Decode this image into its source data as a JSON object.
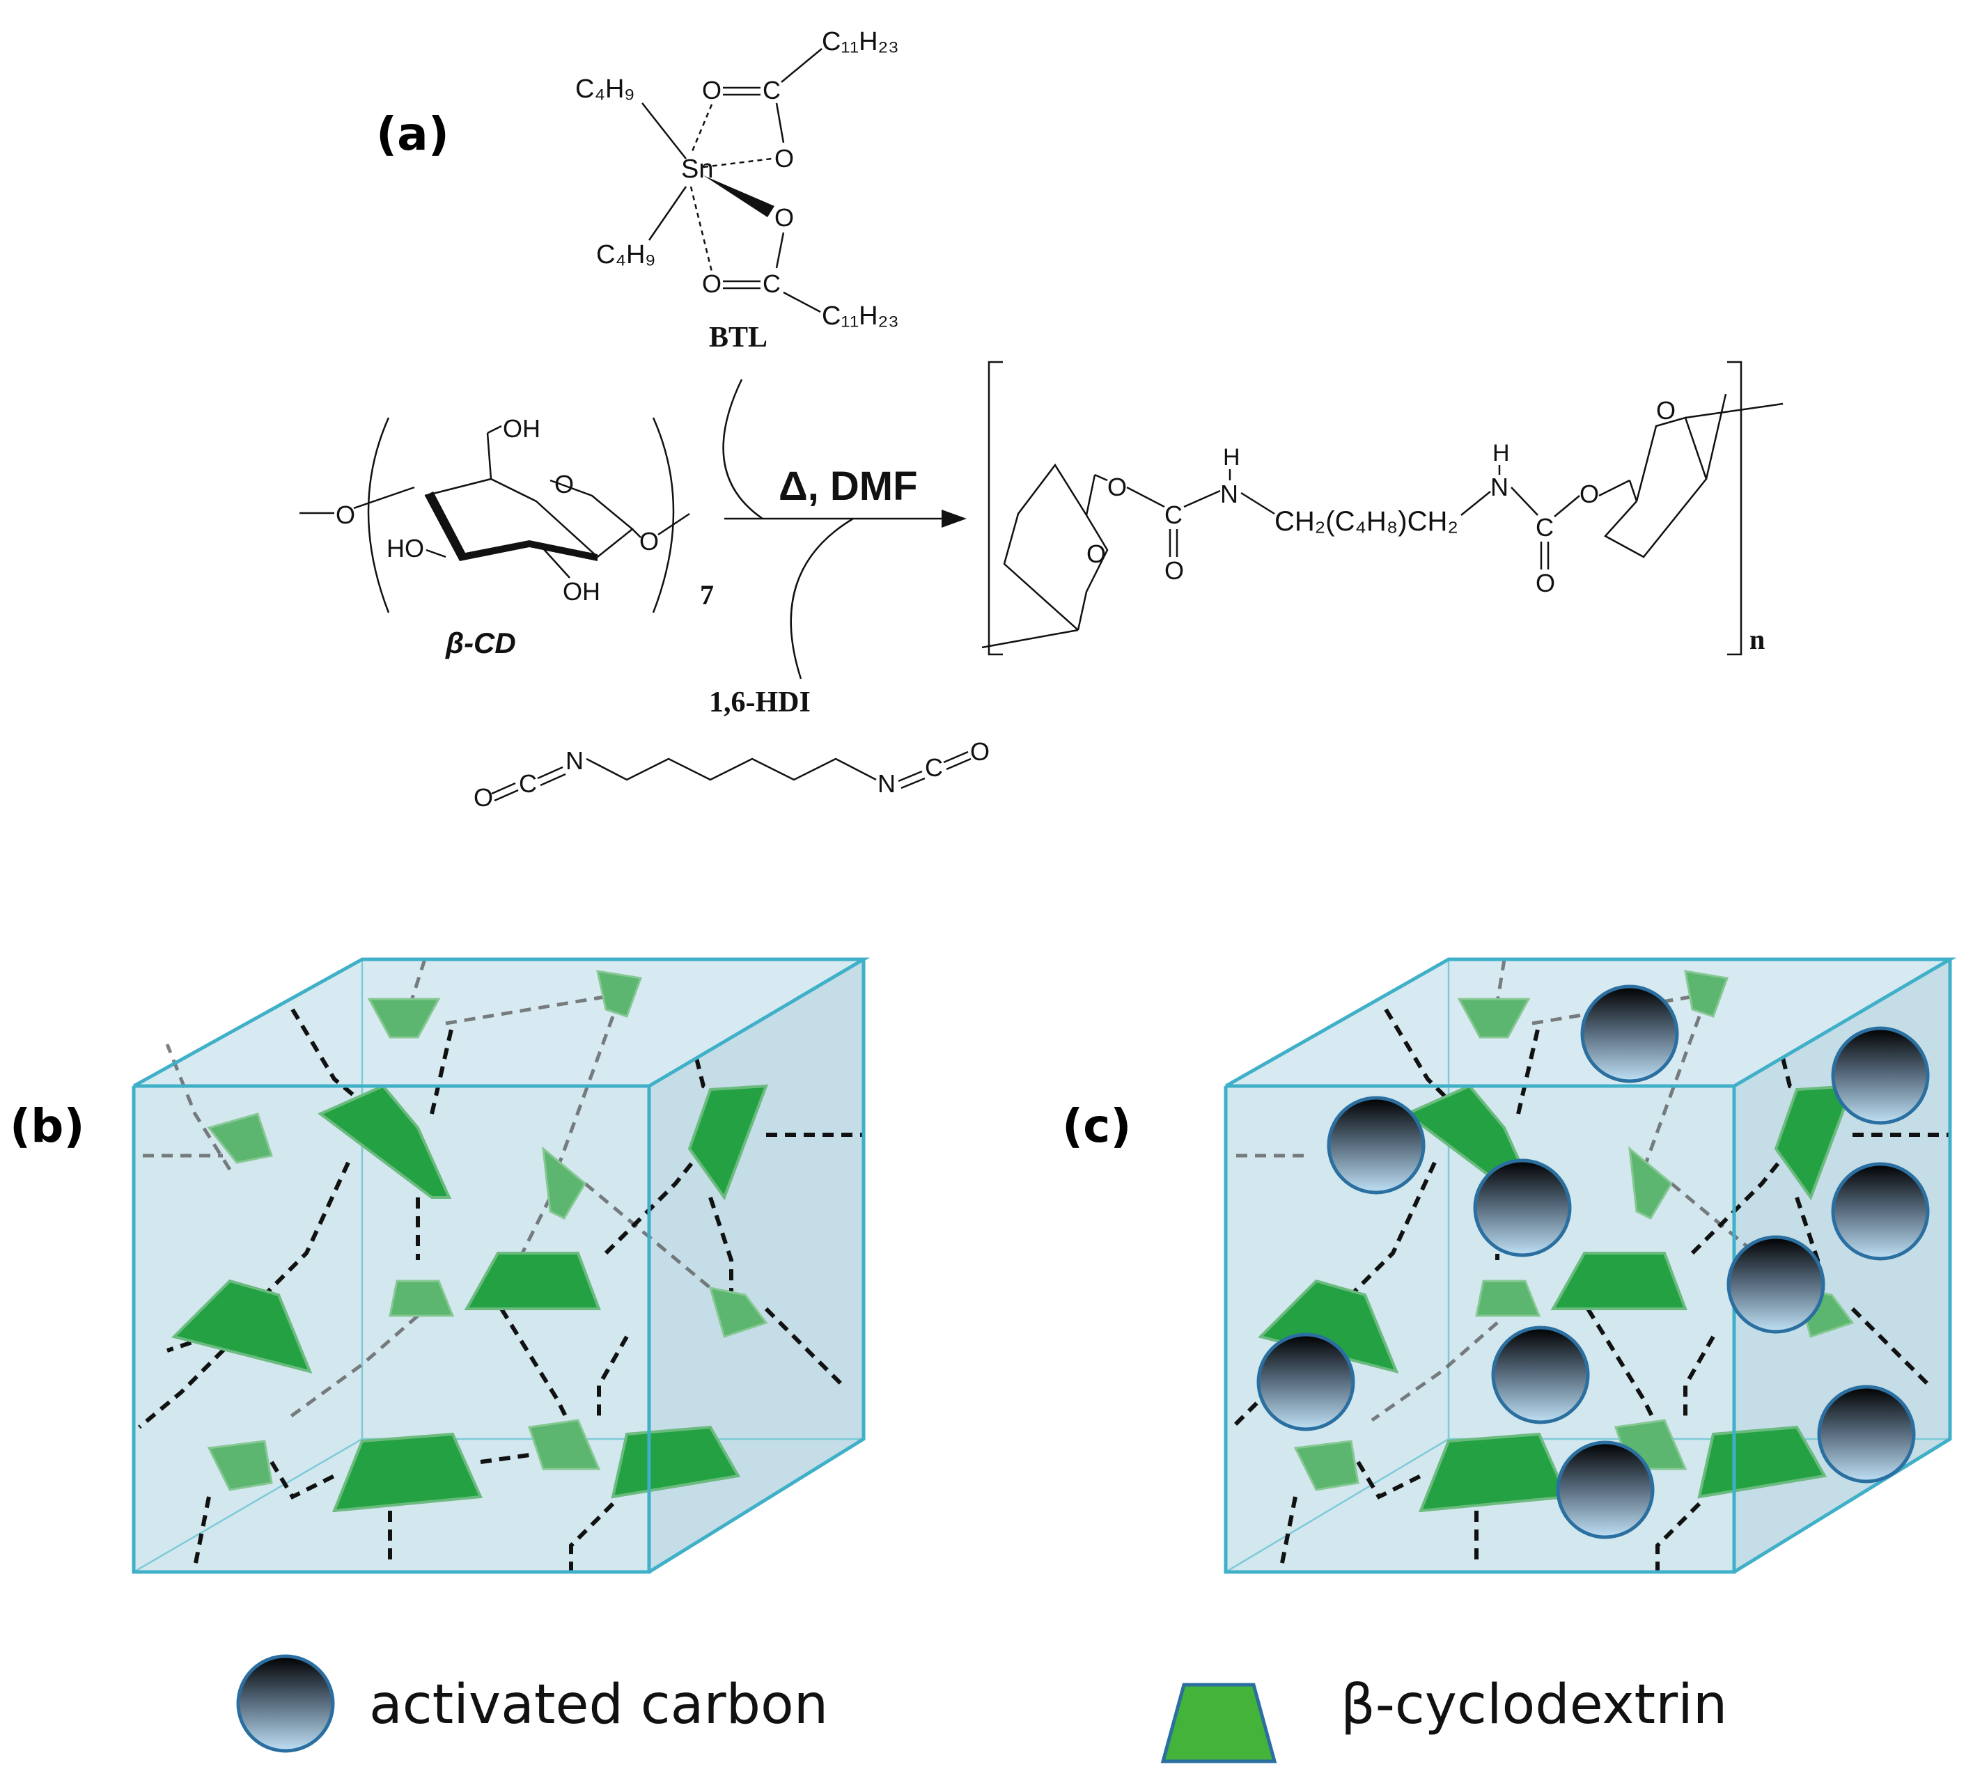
{
  "panels": {
    "a": "(a)",
    "b": "(b)",
    "c": "(c)"
  },
  "reaction": {
    "catalyst_name": "BTL",
    "monomer_name": "β-CD",
    "monomer_repeat": "7",
    "crosslinker_name": "1,6-HDI",
    "conditions": "Δ, DMF",
    "polymer_repeat": "n",
    "atoms": {
      "sn": "Sn",
      "o": "O",
      "c": "C",
      "n": "N",
      "h": "H",
      "oh": "OH",
      "ho": "HO",
      "c4h9": "C₄H₉",
      "c11h23": "C₁₁H₂₃",
      "chain": "CH₂(C₄H₈)CH₂"
    }
  },
  "legend": {
    "carbon_label": "activated carbon",
    "cd_label": "β-cyclodextrin"
  },
  "colors": {
    "cube_fill": "#d4e8ef",
    "cube_edge": "#3fb0c8",
    "cd_dark": "#24a243",
    "cd_light": "#5cb670",
    "cd_legend": "#44b33a",
    "carbon_top": "#111111",
    "carbon_bottom": "#b4d9f2",
    "carbon_rim": "#2a6fa0"
  }
}
